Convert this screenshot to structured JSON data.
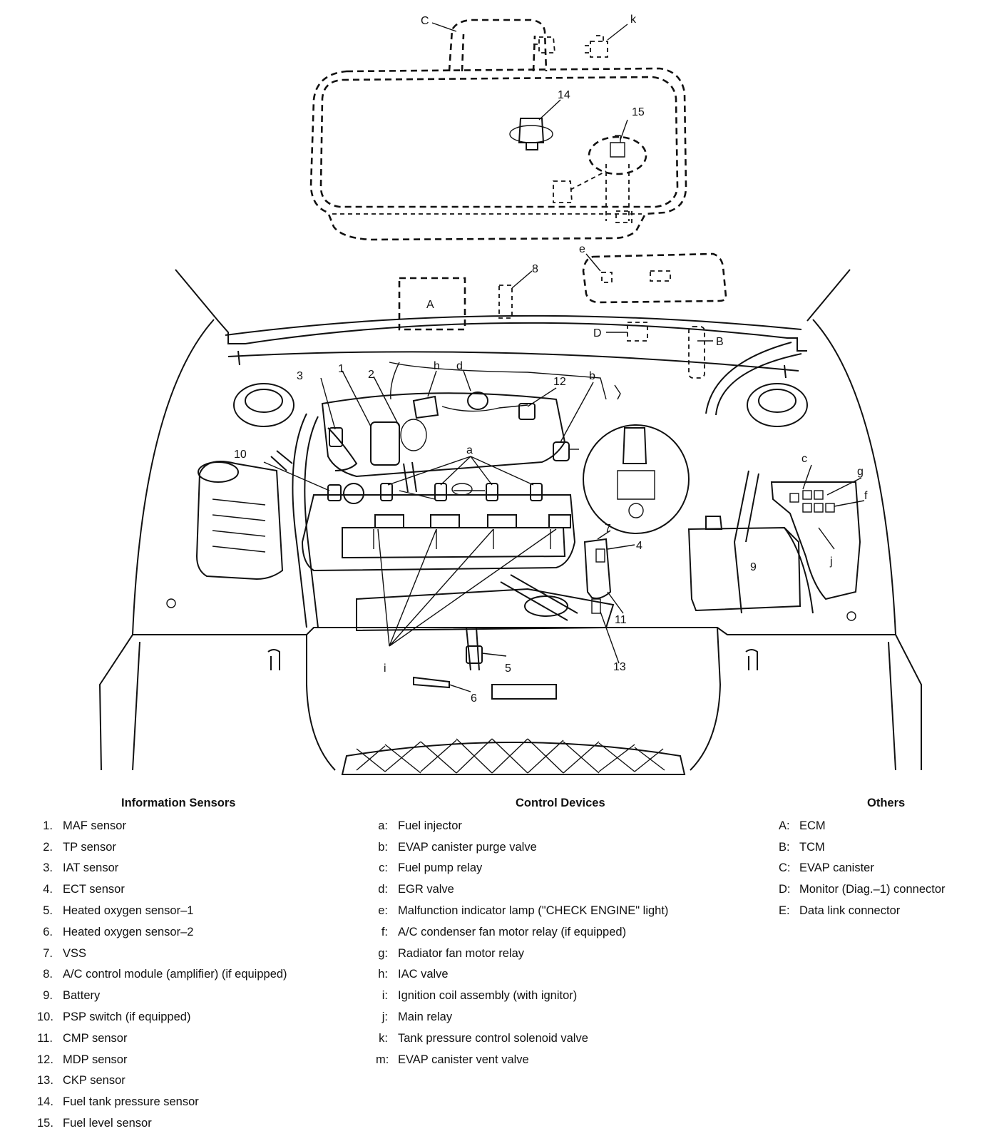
{
  "callouts": {
    "c_upper": "C",
    "k": "k",
    "n14": "14",
    "n15": "15",
    "e": "e",
    "n8": "8",
    "A": "A",
    "D": "D",
    "B": "B",
    "h": "h",
    "d": "d",
    "n12": "12",
    "b": "b",
    "n3": "3",
    "n1": "1",
    "n2": "2",
    "a": "a",
    "n10": "10",
    "c": "c",
    "g": "g",
    "f": "f",
    "n7": "7",
    "n4": "4",
    "n9": "9",
    "j": "j",
    "n11": "11",
    "n13": "13",
    "n5": "5",
    "i": "i",
    "n6": "6"
  },
  "legend": {
    "information_sensors": {
      "title": "Information Sensors",
      "items": [
        {
          "key": "1.",
          "label": "MAF sensor"
        },
        {
          "key": "2.",
          "label": "TP sensor"
        },
        {
          "key": "3.",
          "label": "IAT sensor"
        },
        {
          "key": "4.",
          "label": "ECT sensor"
        },
        {
          "key": "5.",
          "label": "Heated oxygen sensor–1"
        },
        {
          "key": "6.",
          "label": "Heated oxygen sensor–2"
        },
        {
          "key": "7.",
          "label": "VSS"
        },
        {
          "key": "8.",
          "label": "A/C control module (amplifier) (if equipped)"
        },
        {
          "key": "9.",
          "label": "Battery"
        },
        {
          "key": "10.",
          "label": "PSP switch (if equipped)"
        },
        {
          "key": "11.",
          "label": "CMP sensor"
        },
        {
          "key": "12.",
          "label": "MDP sensor"
        },
        {
          "key": "13.",
          "label": "CKP sensor"
        },
        {
          "key": "14.",
          "label": "Fuel tank pressure sensor"
        },
        {
          "key": "15.",
          "label": "Fuel level sensor"
        }
      ]
    },
    "control_devices": {
      "title": "Control Devices",
      "items": [
        {
          "key": "a:",
          "label": "Fuel injector"
        },
        {
          "key": "b:",
          "label": "EVAP canister purge valve"
        },
        {
          "key": "c:",
          "label": "Fuel pump relay"
        },
        {
          "key": "d:",
          "label": "EGR valve"
        },
        {
          "key": "e:",
          "label": "Malfunction indicator lamp (\"CHECK ENGINE\" light)"
        },
        {
          "key": "f:",
          "label": "A/C condenser fan motor relay (if equipped)"
        },
        {
          "key": "g:",
          "label": " Radiator fan motor relay"
        },
        {
          "key": "h:",
          "label": "IAC valve"
        },
        {
          "key": "i:",
          "label": "Ignition coil assembly (with ignitor)"
        },
        {
          "key": "j:",
          "label": "Main relay"
        },
        {
          "key": "k:",
          "label": "Tank pressure control solenoid valve"
        },
        {
          "key": "m:",
          "label": "EVAP canister vent valve"
        }
      ]
    },
    "others": {
      "title": "Others",
      "items": [
        {
          "key": "A:",
          "label": "ECM"
        },
        {
          "key": "B:",
          "label": "TCM"
        },
        {
          "key": "C:",
          "label": "EVAP canister"
        },
        {
          "key": "D:",
          "label": "Monitor (Diag.–1) connector"
        },
        {
          "key": "E:",
          "label": "Data link connector"
        }
      ]
    }
  }
}
